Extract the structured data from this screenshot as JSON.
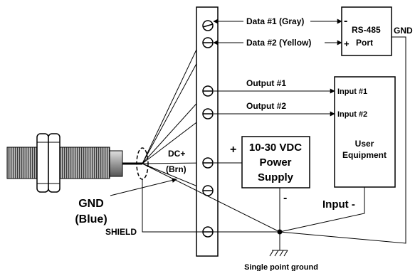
{
  "terminals": {
    "data1": "Data #1 (Gray)",
    "data2": "Data #2 (Yellow)",
    "out1": "Output #1",
    "out2": "Output #2",
    "dcplus_1": "DC+",
    "dcplus_2": "(Brn)",
    "gnd_1": "GND",
    "gnd_2": "(Blue)",
    "shield": "SHIELD"
  },
  "rs485": {
    "minus": "-",
    "title": "RS-485",
    "plus": "+",
    "port": "Port",
    "gnd": "GND"
  },
  "power": {
    "line1": "10-30 VDC",
    "line2": "Power",
    "line3": "Supply",
    "plus": "+",
    "minus": "-"
  },
  "user_equipment": {
    "input1": "Input #1",
    "input2": "Input #2",
    "line1": "User",
    "line2": "Equipment",
    "input_minus": "Input -"
  },
  "ground": {
    "label": "Single point ground"
  },
  "colors": {
    "line": "#000000",
    "background": "#ffffff",
    "sensor": "#9a9a9a"
  }
}
